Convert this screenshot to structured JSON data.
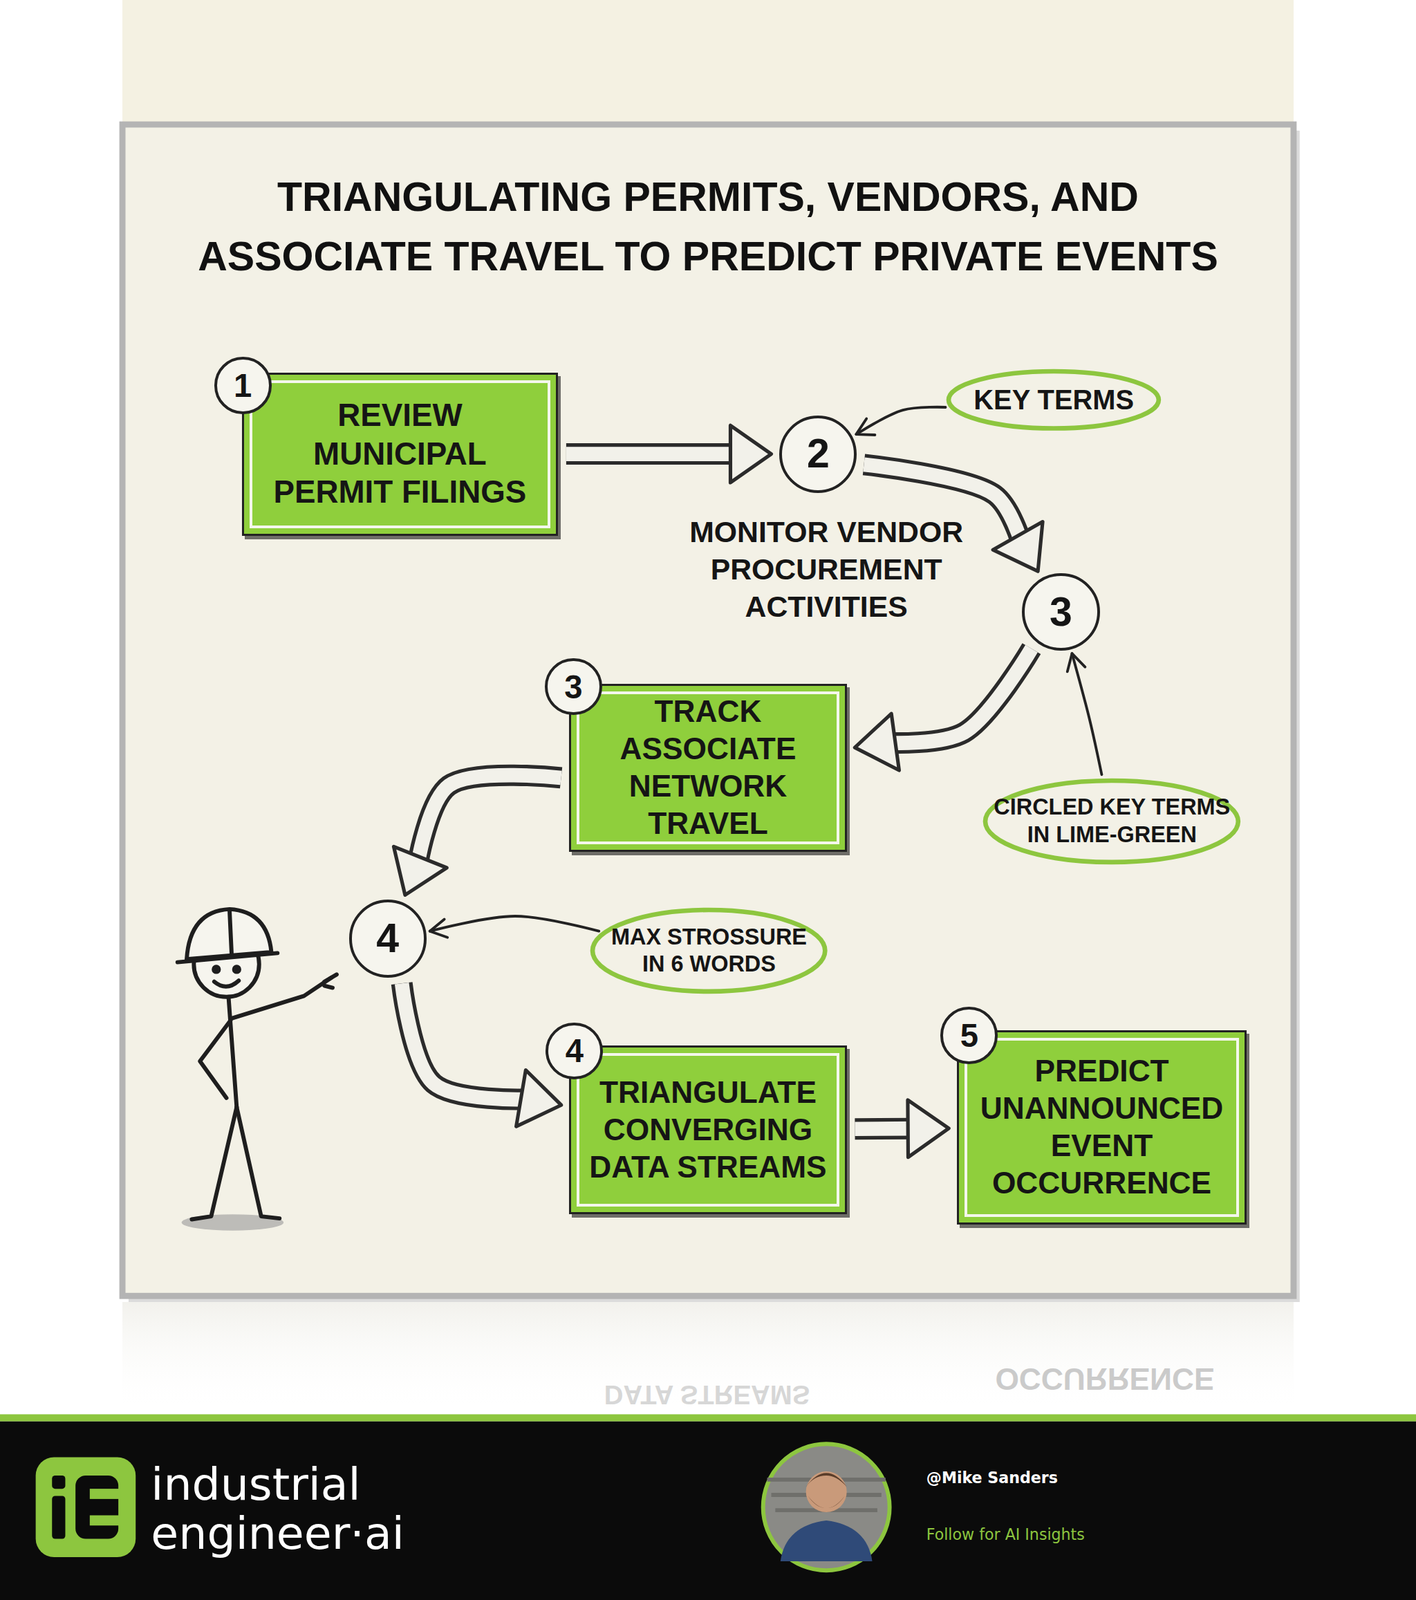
{
  "diagram": {
    "title": "TRIANGULATING PERMITS, VENDORS, AND ASSOCIATE TRAVEL TO PREDICT PRIVATE EVENTS",
    "nodes": [
      {
        "text": [
          "1",
          "REVIEW MUNICIPAL PERMIT FILINGS"
        ]
      },
      {
        "text": [
          "2",
          "MONITOR VENDOR PROCUREMENT ACTIVITIES"
        ]
      },
      {
        "text": [
          "KEY TERMS"
        ]
      },
      {
        "text": [
          "3"
        ]
      },
      {
        "text": [
          "CIRCLED KEY TERMS IN LIME-GREEN"
        ]
      },
      {
        "text": [
          "3",
          "TRACK ASSOCIATE NETWORK TRAVEL"
        ]
      },
      {
        "text": [
          "4"
        ]
      },
      {
        "text": [
          "MAX STROSSURE IN 6 WORDS"
        ]
      },
      {
        "text": [
          "4",
          "TRIANGULATE CONVERGING DATA STREAMS"
        ]
      },
      {
        "text": [
          "5",
          "PREDICT UNANNOUNCED EVENT OCCURRENCE"
        ]
      }
    ],
    "edges": [
      {
        "from": 0,
        "to": 1,
        "arrow": "to"
      },
      {
        "from": 2,
        "to": 1,
        "arrow": "to"
      },
      {
        "from": 1,
        "to": 3,
        "arrow": "to"
      },
      {
        "from": 4,
        "to": 3,
        "arrow": "to"
      },
      {
        "from": 3,
        "to": 5,
        "arrow": "to"
      },
      {
        "from": 5,
        "to": 6,
        "arrow": "to"
      },
      {
        "from": 7,
        "to": 6,
        "arrow": "to"
      },
      {
        "from": 6,
        "to": 8,
        "arrow": "to"
      },
      {
        "from": 8,
        "to": 9,
        "arrow": "to"
      }
    ],
    "labels": [
      "OCCURRENCE",
      "DATA STREAMS",
      "industrial",
      "engineer·ai",
      "@Mike Sanders",
      "Follow for AI Insights"
    ]
  }
}
